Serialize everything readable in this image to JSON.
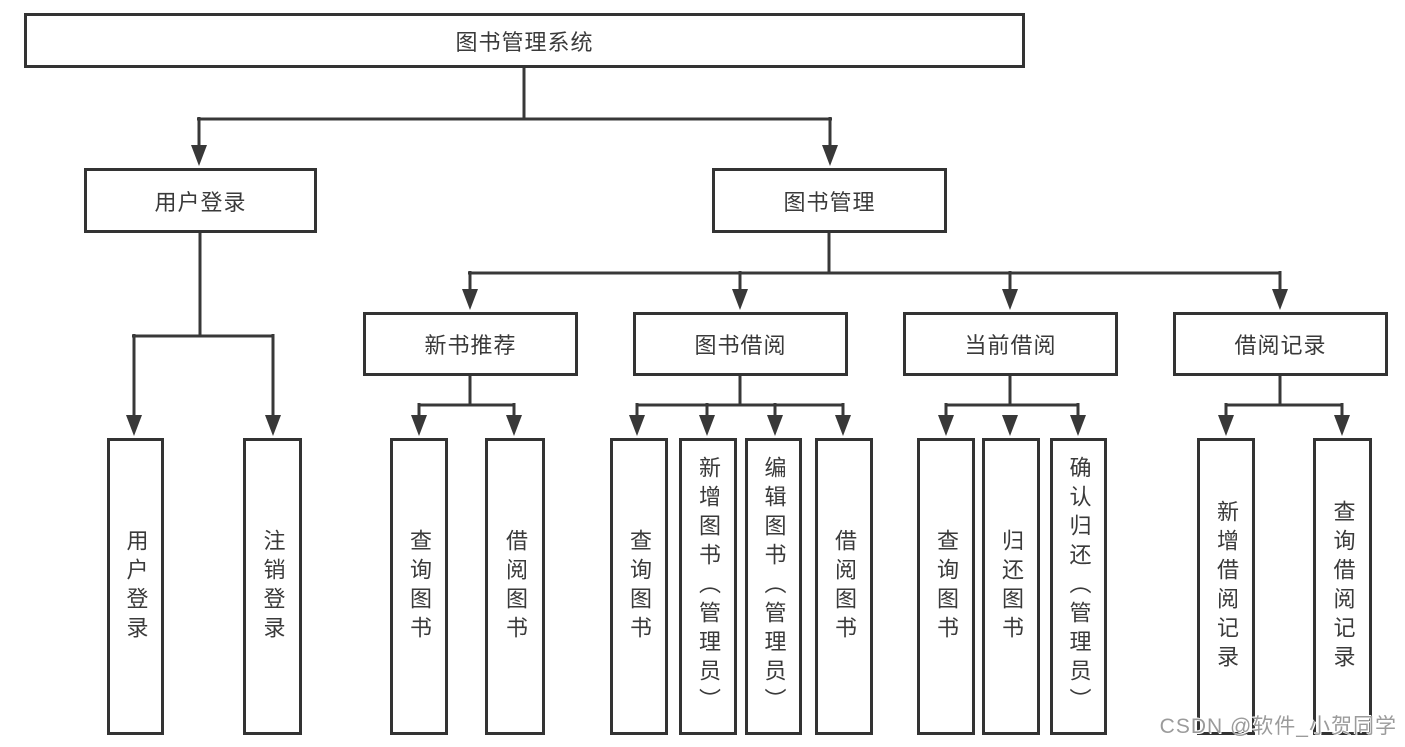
{
  "diagram_title": "图书管理系统",
  "root": {
    "label": "图书管理系统"
  },
  "level2": {
    "user_login": {
      "label": "用户登录"
    },
    "book_management": {
      "label": "图书管理"
    }
  },
  "level3": {
    "new_book_recommend": {
      "label": "新书推荐"
    },
    "book_borrowing": {
      "label": "图书借阅"
    },
    "current_borrowing": {
      "label": "当前借阅"
    },
    "borrowing_records": {
      "label": "借阅记录"
    }
  },
  "leaves": {
    "user_login": [
      "用户登录",
      "注销登录"
    ],
    "new_book_recommend": [
      "查询图书",
      "借阅图书"
    ],
    "book_borrowing": [
      "查询图书",
      "新增图书（管理员）",
      "编辑图书（管理员）",
      "借阅图书"
    ],
    "current_borrowing": [
      "查询图书",
      "归还图书",
      "确认归还（管理员）"
    ],
    "borrowing_records": [
      "新增借阅记录",
      "查询借阅记录"
    ]
  },
  "watermark": "CSDN @软件_小贺同学",
  "colors": {
    "line": "#383838",
    "box_border": "#333333",
    "text": "#3a3a3a",
    "watermark": "#9b9b9b",
    "background": "#ffffff"
  }
}
